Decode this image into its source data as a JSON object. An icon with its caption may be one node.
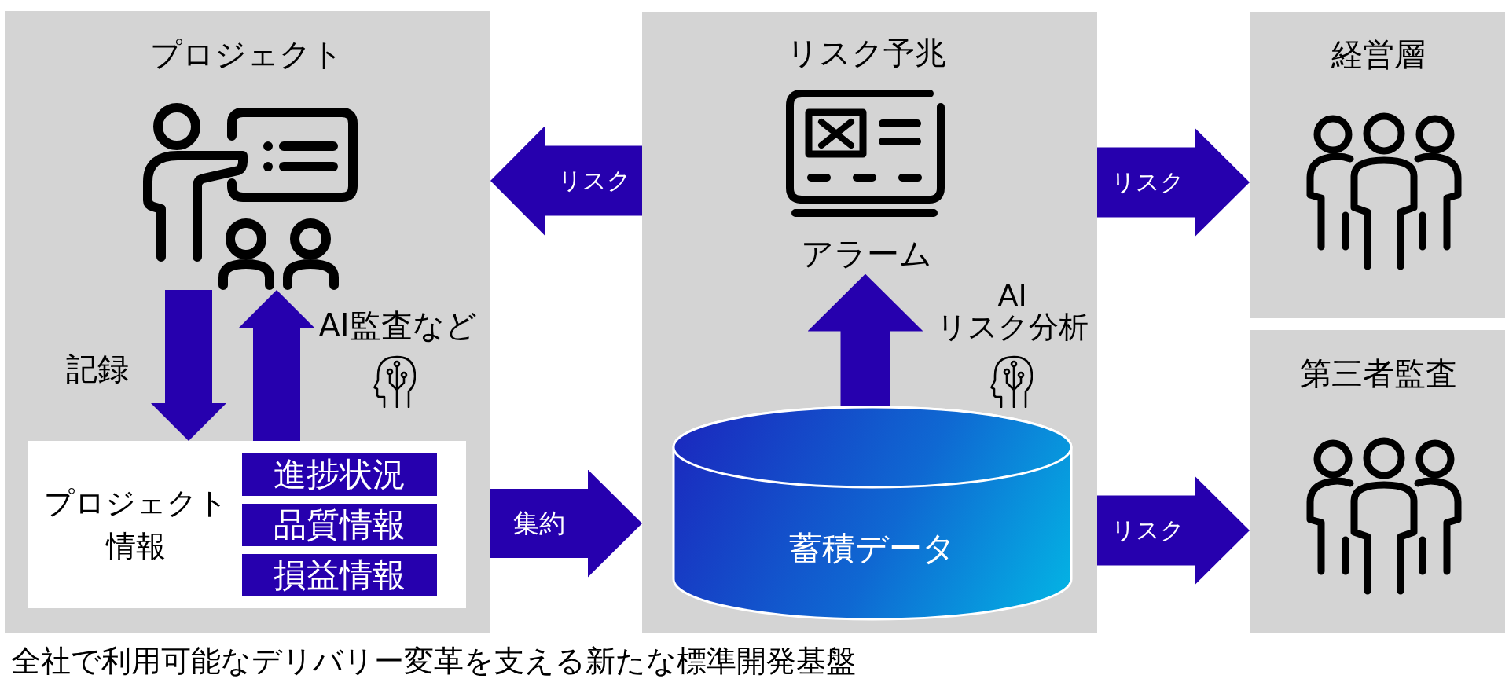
{
  "diagram": {
    "nodes": [
      {
        "text": [
          "プロジェクト"
        ]
      },
      {
        "text": [],
        "shape": "picture",
        "in": 0
      },
      {
        "text": [
          "プロジェクト情報"
        ],
        "in": 0
      },
      {
        "text": [
          "進捗状況"
        ],
        "in": 2
      },
      {
        "text": [
          "品質情報"
        ],
        "in": 2
      },
      {
        "text": [
          "損益情報"
        ],
        "in": 2
      },
      {
        "text": [
          "リスク予兆"
        ]
      },
      {
        "text": [
          "アラーム"
        ],
        "in": 6
      },
      {
        "text": [
          "蓄積データ"
        ],
        "in": 6
      },
      {
        "text": [
          "経営層"
        ]
      },
      {
        "text": [
          "第三者監査"
        ]
      }
    ],
    "edges": [
      {
        "from": 6,
        "to": 0,
        "arrow": "to",
        "label": "リスク"
      },
      {
        "from": 6,
        "to": 9,
        "arrow": "to",
        "label": "リスク"
      },
      {
        "from": 1,
        "to": 2,
        "arrow": "to",
        "label": "記録"
      },
      {
        "from": 2,
        "to": 1,
        "arrow": "to",
        "label": "AI監査など"
      },
      {
        "from": 8,
        "to": 7,
        "arrow": "to",
        "label": "AI リスク分析"
      },
      {
        "from": 0,
        "to": 6,
        "arrow": "to",
        "label": "集約"
      },
      {
        "from": 6,
        "to": 10,
        "arrow": "to",
        "label": "リスク"
      }
    ],
    "labels": [
      "全社で利用可能なデリバリー変革を支える新たな標準開発基盤"
    ]
  }
}
